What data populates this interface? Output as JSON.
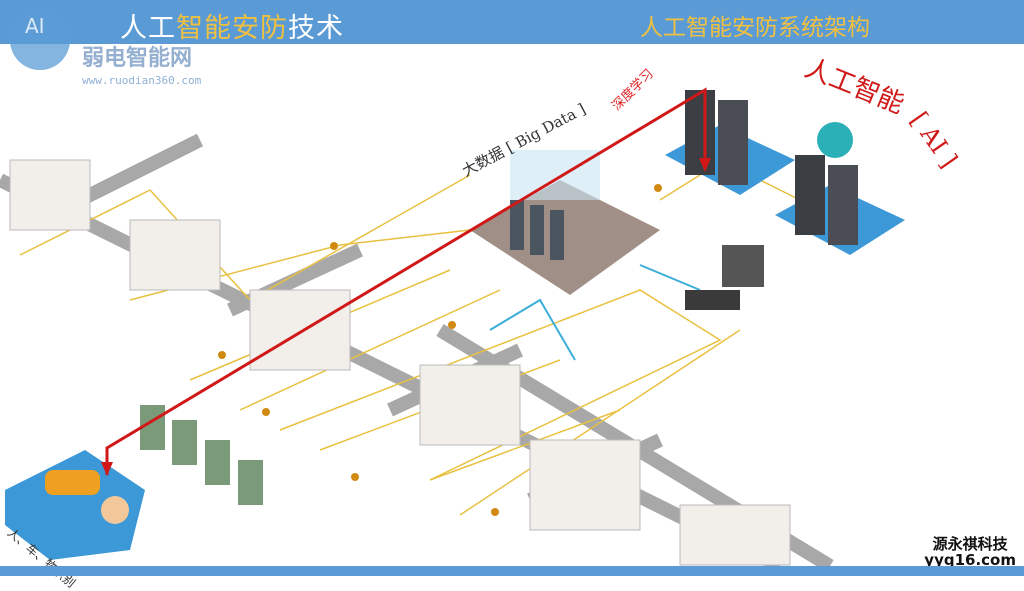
{
  "header": {
    "title_part1": "人工",
    "title_part2": "智能安防",
    "title_part3": "技术",
    "subtitle": "人工智能安防系统架构"
  },
  "watermark": {
    "logo_text": "AI",
    "site_name": "弱电智能网",
    "url": "www.ruodian360.com"
  },
  "diagram": {
    "big_data_label": "大数据 [ Big Data ]",
    "deep_learning_label": "深度学习",
    "ai_label": "人工智能",
    "ai_sub_label": "[ AI ]",
    "recognition_label": "人、车、物识别"
  },
  "brand": {
    "name": "源永祺科技",
    "url": "yyq16.com"
  },
  "colors": {
    "header": "#5b9bd5",
    "accent_gold": "#f0c040",
    "arrow_red": "#d01818",
    "link_yellow": "#e8c040",
    "link_cyan": "#3aaed8",
    "road": "#a8a8a8"
  }
}
